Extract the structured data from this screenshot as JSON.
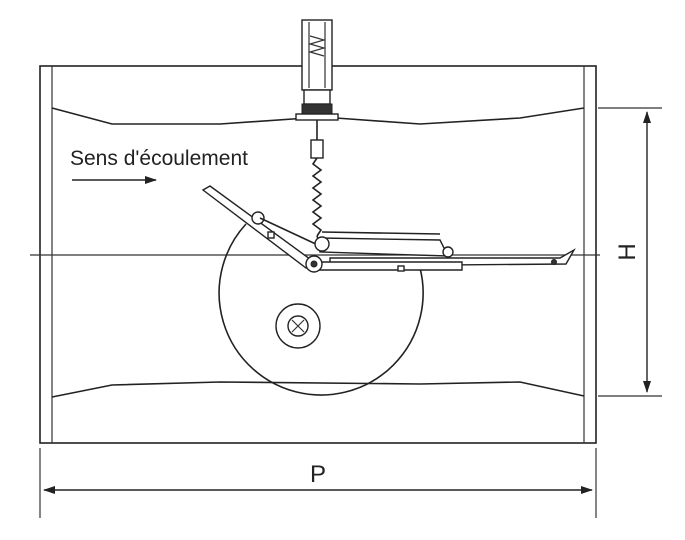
{
  "labels": {
    "flow_direction": "Sens d'écoulement",
    "height_dimension": "H",
    "length_dimension": "P"
  },
  "colors": {
    "line": "#222222",
    "background": "#ffffff"
  }
}
